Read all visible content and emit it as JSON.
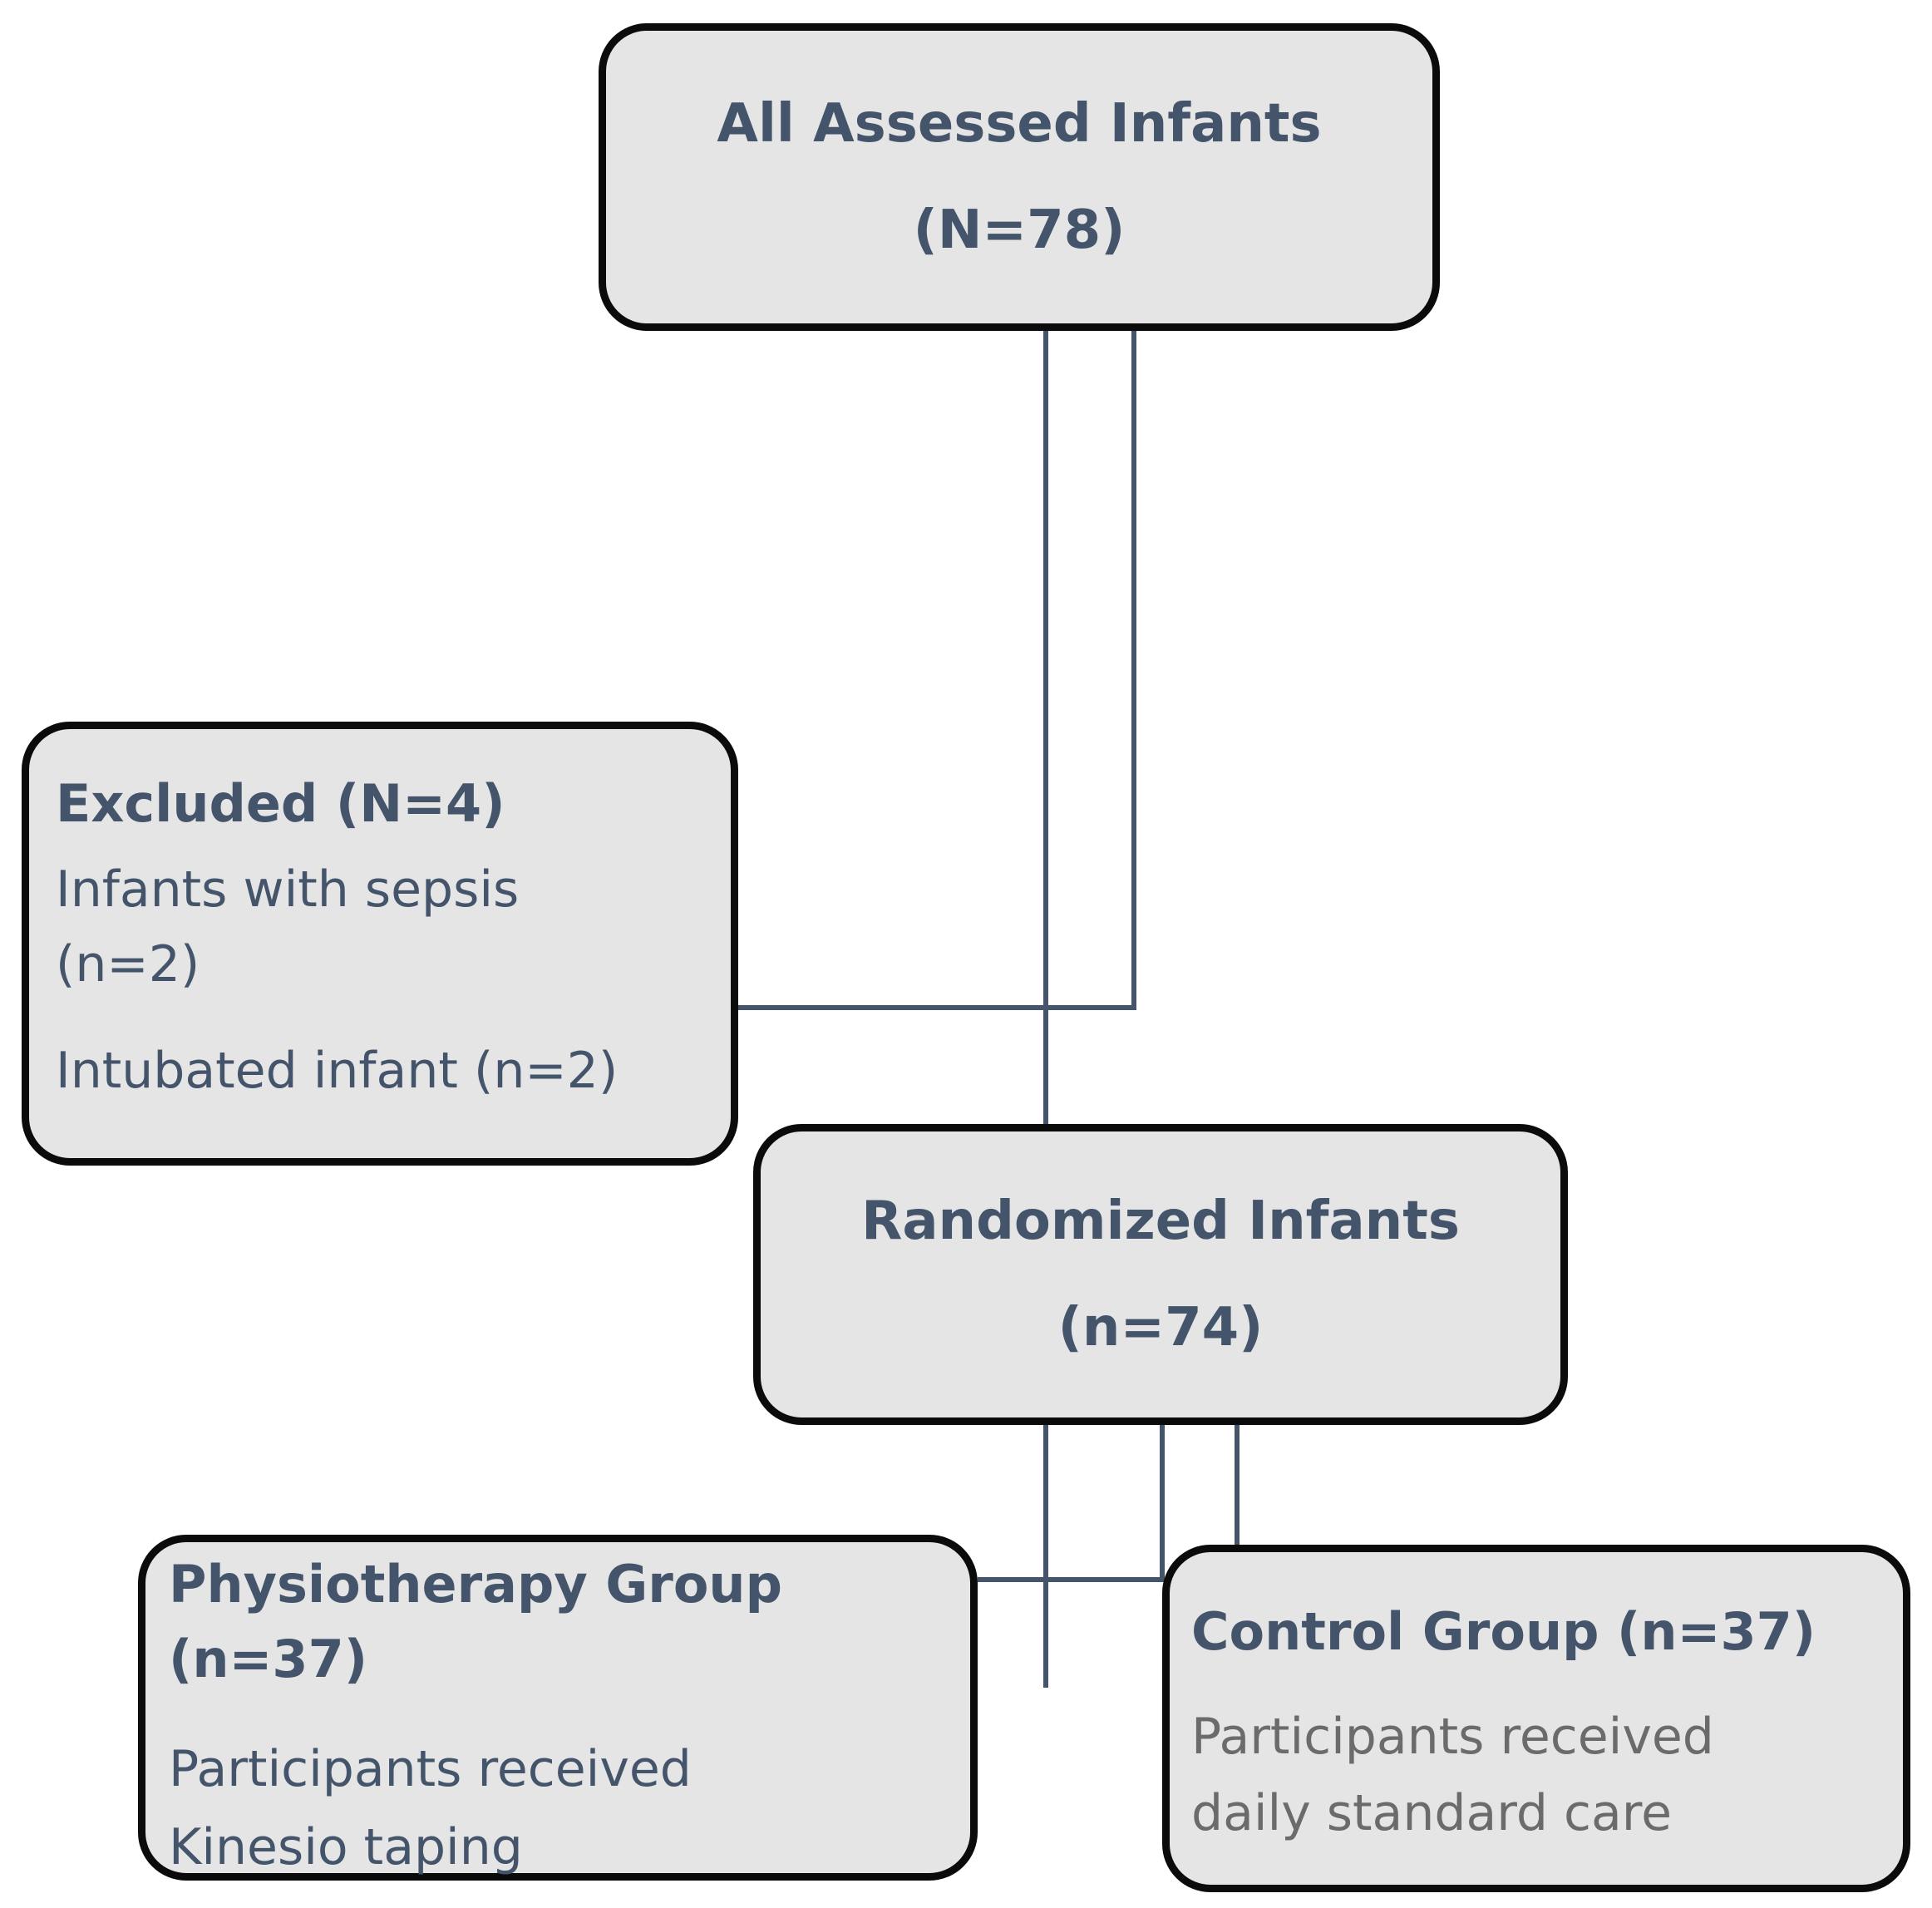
{
  "diagram": {
    "all_assessed": {
      "title": "All Assessed  Infants",
      "count": "(N=78)"
    },
    "excluded": {
      "title": "Excluded (N=4)",
      "reasons": [
        "Infants with sepsis",
        "(n=2)",
        "Intubated infant (n=2)"
      ]
    },
    "randomized": {
      "title": "Randomized Infants",
      "count": "(n=74)"
    },
    "physiotherapy": {
      "title_line1": "Physiotherapy Group",
      "title_line2": "(n=37)",
      "desc_line1": "Participants received",
      "desc_line2": "Kinesio taping"
    },
    "control": {
      "title": "Control Group (n=37)",
      "desc_line1": "Participants received",
      "desc_line2": "daily standard care"
    }
  },
  "colors": {
    "box_fill": "#e5e5e5",
    "box_border": "#0b0b0b",
    "text": "#44546a",
    "muted_text": "#6b6b6b",
    "connector": "#44546a"
  }
}
